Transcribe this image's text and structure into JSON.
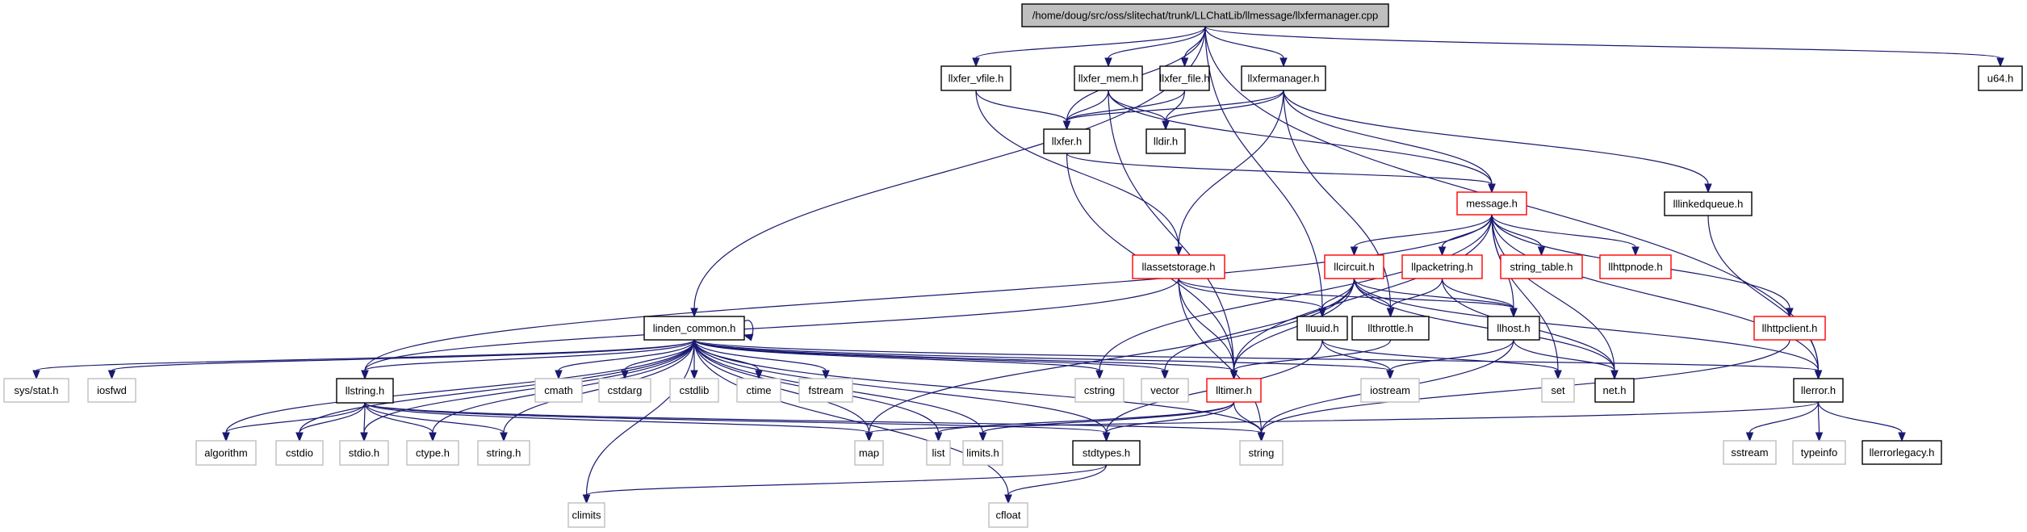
{
  "diagram": {
    "title": "/home/doug/src/oss/slitechat/trunk/LLChatLib/llmessage/llxfermanager.cpp",
    "colors": {
      "edge": "#191970",
      "root_fill": "#bfbfbf",
      "documented_border": "#000000",
      "undocumented_border": "#ff0000",
      "system_border": "#bfbfbf"
    },
    "nodes": [
      {
        "id": "root",
        "label": "/home/doug/src/oss/slitechat/trunk/LLChatLib/llmessage/llxfermanager.cpp",
        "kind": "root"
      },
      {
        "id": "llxfer_vfile",
        "label": "llxfer_vfile.h",
        "kind": "doc"
      },
      {
        "id": "llxfer_mem",
        "label": "llxfer_mem.h",
        "kind": "doc"
      },
      {
        "id": "llxfer_file",
        "label": "llxfer_file.h",
        "kind": "doc"
      },
      {
        "id": "llxfermanager",
        "label": "llxfermanager.h",
        "kind": "doc"
      },
      {
        "id": "u64",
        "label": "u64.h",
        "kind": "doc"
      },
      {
        "id": "llxfer",
        "label": "llxfer.h",
        "kind": "doc"
      },
      {
        "id": "lldir",
        "label": "lldir.h",
        "kind": "doc"
      },
      {
        "id": "message",
        "label": "message.h",
        "kind": "red"
      },
      {
        "id": "lllinkedqueue",
        "label": "lllinkedqueue.h",
        "kind": "doc"
      },
      {
        "id": "llassetstorage",
        "label": "llassetstorage.h",
        "kind": "red"
      },
      {
        "id": "llcircuit",
        "label": "llcircuit.h",
        "kind": "red"
      },
      {
        "id": "llpacketring",
        "label": "llpacketring.h",
        "kind": "red"
      },
      {
        "id": "string_table",
        "label": "string_table.h",
        "kind": "red"
      },
      {
        "id": "llhttpnode",
        "label": "llhttpnode.h",
        "kind": "red"
      },
      {
        "id": "linden_common",
        "label": "linden_common.h",
        "kind": "doc"
      },
      {
        "id": "lluuid",
        "label": "lluuid.h",
        "kind": "doc"
      },
      {
        "id": "llthrottle",
        "label": "llthrottle.h",
        "kind": "doc"
      },
      {
        "id": "llhost",
        "label": "llhost.h",
        "kind": "doc"
      },
      {
        "id": "llhttpclient",
        "label": "llhttpclient.h",
        "kind": "red"
      },
      {
        "id": "sys_stat",
        "label": "sys/stat.h",
        "kind": "sys"
      },
      {
        "id": "iosfwd",
        "label": "iosfwd",
        "kind": "sys"
      },
      {
        "id": "llstring",
        "label": "llstring.h",
        "kind": "doc"
      },
      {
        "id": "cmath",
        "label": "cmath",
        "kind": "sys"
      },
      {
        "id": "cstdarg",
        "label": "cstdarg",
        "kind": "sys"
      },
      {
        "id": "cstdlib",
        "label": "cstdlib",
        "kind": "sys"
      },
      {
        "id": "ctime",
        "label": "ctime",
        "kind": "sys"
      },
      {
        "id": "fstream",
        "label": "fstream",
        "kind": "sys"
      },
      {
        "id": "cstring",
        "label": "cstring",
        "kind": "sys"
      },
      {
        "id": "vector",
        "label": "vector",
        "kind": "sys"
      },
      {
        "id": "lltimer",
        "label": "lltimer.h",
        "kind": "red"
      },
      {
        "id": "iostream",
        "label": "iostream",
        "kind": "sys"
      },
      {
        "id": "set",
        "label": "set",
        "kind": "sys"
      },
      {
        "id": "net",
        "label": "net.h",
        "kind": "doc"
      },
      {
        "id": "llerror",
        "label": "llerror.h",
        "kind": "doc"
      },
      {
        "id": "algorithm",
        "label": "algorithm",
        "kind": "sys"
      },
      {
        "id": "cstdio",
        "label": "cstdio",
        "kind": "sys"
      },
      {
        "id": "stdio_h",
        "label": "stdio.h",
        "kind": "sys"
      },
      {
        "id": "ctype_h",
        "label": "ctype.h",
        "kind": "sys"
      },
      {
        "id": "string_h",
        "label": "string.h",
        "kind": "sys"
      },
      {
        "id": "map",
        "label": "map",
        "kind": "sys"
      },
      {
        "id": "list",
        "label": "list",
        "kind": "sys"
      },
      {
        "id": "limits_h",
        "label": "limits.h",
        "kind": "sys"
      },
      {
        "id": "stdtypes",
        "label": "stdtypes.h",
        "kind": "doc"
      },
      {
        "id": "string",
        "label": "string",
        "kind": "sys"
      },
      {
        "id": "sstream",
        "label": "sstream",
        "kind": "sys"
      },
      {
        "id": "typeinfo",
        "label": "typeinfo",
        "kind": "sys"
      },
      {
        "id": "llerrorlegacy",
        "label": "llerrorlegacy.h",
        "kind": "doc"
      },
      {
        "id": "climits",
        "label": "climits",
        "kind": "sys"
      },
      {
        "id": "cfloat",
        "label": "cfloat",
        "kind": "sys"
      }
    ],
    "edges": [
      [
        "root",
        "linden_common"
      ],
      [
        "root",
        "llxfer_vfile"
      ],
      [
        "root",
        "llxfer"
      ],
      [
        "root",
        "llxfer_mem"
      ],
      [
        "root",
        "llxfer_file"
      ],
      [
        "root",
        "llxfermanager"
      ],
      [
        "root",
        "lluuid"
      ],
      [
        "root",
        "u64"
      ],
      [
        "root",
        "llerror"
      ],
      [
        "llxfer_vfile",
        "llxfer"
      ],
      [
        "llxfer_vfile",
        "llassetstorage"
      ],
      [
        "llxfer_mem",
        "llxfer"
      ],
      [
        "llxfer_mem",
        "lldir"
      ],
      [
        "llxfer_mem",
        "message"
      ],
      [
        "llxfer_mem",
        "lltimer"
      ],
      [
        "llxfer_file",
        "llxfer"
      ],
      [
        "llxfer_file",
        "lldir"
      ],
      [
        "llxfermanager",
        "llxfer"
      ],
      [
        "llxfermanager",
        "lldir"
      ],
      [
        "llxfermanager",
        "message"
      ],
      [
        "llxfermanager",
        "llassetstorage"
      ],
      [
        "llxfermanager",
        "llthrottle"
      ],
      [
        "llxfermanager",
        "lllinkedqueue"
      ],
      [
        "llxfer",
        "message"
      ],
      [
        "llxfer",
        "lltimer"
      ],
      [
        "message",
        "llcircuit"
      ],
      [
        "message",
        "llpacketring"
      ],
      [
        "message",
        "string_table"
      ],
      [
        "message",
        "llhttpnode"
      ],
      [
        "message",
        "llhttpclient"
      ],
      [
        "message",
        "llerror"
      ],
      [
        "message",
        "net"
      ],
      [
        "message",
        "set"
      ],
      [
        "message",
        "llhost"
      ],
      [
        "message",
        "lltimer"
      ],
      [
        "message",
        "cstring"
      ],
      [
        "message",
        "llstring"
      ],
      [
        "lllinkedqueue",
        "llerror"
      ],
      [
        "llassetstorage",
        "lluuid"
      ],
      [
        "llassetstorage",
        "llhost"
      ],
      [
        "llassetstorage",
        "lltimer"
      ],
      [
        "llassetstorage",
        "string"
      ],
      [
        "llassetstorage",
        "llstring"
      ],
      [
        "llcircuit",
        "lluuid"
      ],
      [
        "llcircuit",
        "llthrottle"
      ],
      [
        "llcircuit",
        "llhost"
      ],
      [
        "llcircuit",
        "lltimer"
      ],
      [
        "llcircuit",
        "net"
      ],
      [
        "llcircuit",
        "llerror"
      ],
      [
        "llcircuit",
        "vector"
      ],
      [
        "llcircuit",
        "map"
      ],
      [
        "llpacketring",
        "llthrottle"
      ],
      [
        "llpacketring",
        "llhost"
      ],
      [
        "llpacketring",
        "net"
      ],
      [
        "lluuid",
        "iostream"
      ],
      [
        "lluuid",
        "set"
      ],
      [
        "lluuid",
        "stdtypes"
      ],
      [
        "llthrottle",
        "lltimer"
      ],
      [
        "llhost",
        "iostream"
      ],
      [
        "llhost",
        "net"
      ],
      [
        "llhost",
        "string"
      ],
      [
        "llhttpclient",
        "string"
      ],
      [
        "linden_common",
        "linden_common"
      ],
      [
        "linden_common",
        "sys_stat"
      ],
      [
        "linden_common",
        "iosfwd"
      ],
      [
        "linden_common",
        "llstring"
      ],
      [
        "linden_common",
        "cmath"
      ],
      [
        "linden_common",
        "cstdarg"
      ],
      [
        "linden_common",
        "cstdlib"
      ],
      [
        "linden_common",
        "ctime"
      ],
      [
        "linden_common",
        "fstream"
      ],
      [
        "linden_common",
        "cstring"
      ],
      [
        "linden_common",
        "vector"
      ],
      [
        "linden_common",
        "lltimer"
      ],
      [
        "linden_common",
        "iostream"
      ],
      [
        "linden_common",
        "llerror"
      ],
      [
        "linden_common",
        "algorithm"
      ],
      [
        "linden_common",
        "cstdio"
      ],
      [
        "linden_common",
        "stdio_h"
      ],
      [
        "linden_common",
        "ctype_h"
      ],
      [
        "linden_common",
        "string_h"
      ],
      [
        "linden_common",
        "map"
      ],
      [
        "linden_common",
        "list"
      ],
      [
        "linden_common",
        "limits_h"
      ],
      [
        "linden_common",
        "stdtypes"
      ],
      [
        "linden_common",
        "string"
      ],
      [
        "linden_common",
        "climits"
      ],
      [
        "linden_common",
        "cfloat"
      ],
      [
        "llstring",
        "algorithm"
      ],
      [
        "llstring",
        "cstdio"
      ],
      [
        "llstring",
        "stdio_h"
      ],
      [
        "llstring",
        "ctype_h"
      ],
      [
        "llstring",
        "string_h"
      ],
      [
        "llstring",
        "map"
      ],
      [
        "llstring",
        "stdtypes"
      ],
      [
        "llstring",
        "string"
      ],
      [
        "lltimer",
        "stdtypes"
      ],
      [
        "lltimer",
        "string"
      ],
      [
        "lltimer",
        "list"
      ],
      [
        "lltimer",
        "limits_h"
      ],
      [
        "llerror",
        "sstream"
      ],
      [
        "llerror",
        "typeinfo"
      ],
      [
        "llerror",
        "llerrorlegacy"
      ],
      [
        "llerror",
        "map"
      ],
      [
        "stdtypes",
        "climits"
      ],
      [
        "stdtypes",
        "cfloat"
      ]
    ]
  }
}
